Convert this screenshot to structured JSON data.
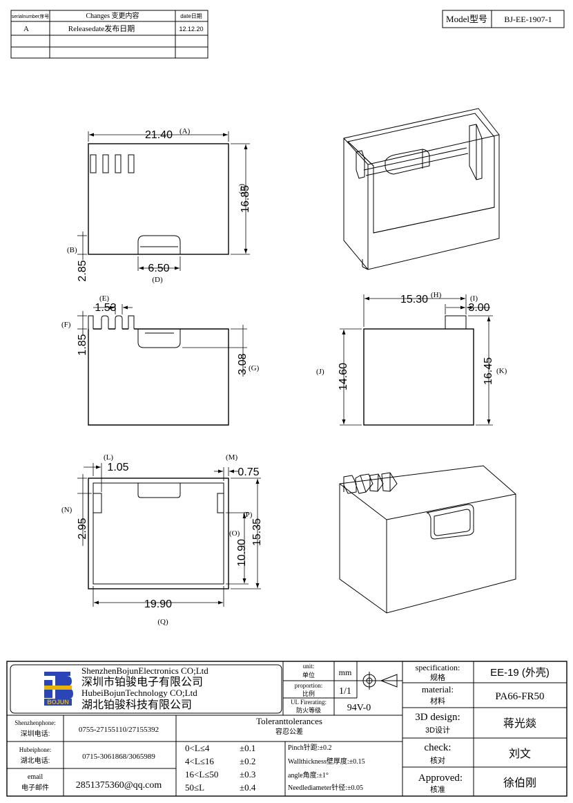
{
  "revision_table": {
    "headers": [
      "serialnumber序号",
      "Changes 变更内容",
      "date日期"
    ],
    "rows": [
      [
        "A",
        "Releasedate发布日期",
        "12.12.20"
      ],
      [
        "",
        "",
        ""
      ],
      [
        "",
        "",
        ""
      ]
    ]
  },
  "model": {
    "label": "Model型号",
    "value": "BJ-EE-1907-1"
  },
  "dimensions": {
    "a": {
      "value": "21.40",
      "tag": "(A)"
    },
    "b": {
      "value": "2.85",
      "tag": "(B)"
    },
    "c": {
      "value": "16.85",
      "tag": "(C)"
    },
    "d": {
      "value": "6.50",
      "tag": "(D)"
    },
    "e": {
      "value": "1.53",
      "tag": "(E)"
    },
    "f": {
      "value": "1.85",
      "tag": "(F)"
    },
    "g": {
      "value": "3.08",
      "tag": "(G)"
    },
    "h": {
      "value": "15.30",
      "tag": "(H)"
    },
    "i": {
      "value": "3.00",
      "tag": "(I)"
    },
    "j": {
      "value": "14.60",
      "tag": "(J)"
    },
    "k": {
      "value": "16.45",
      "tag": "(K)"
    },
    "l": {
      "value": "1.05",
      "tag": "(L)"
    },
    "m": {
      "value": "0.75",
      "tag": "(M)"
    },
    "n": {
      "value": "2.95",
      "tag": "(N)"
    },
    "o": {
      "value": "10.90",
      "tag": "(O)"
    },
    "p": {
      "value": "15.35",
      "tag": "(P)"
    },
    "q": {
      "value": "19.90",
      "tag": "(Q)"
    }
  },
  "title_block": {
    "company_en_1": "ShenzhenBojunElectronics CO;Ltd",
    "company_cn_1": "深圳市铂骏电子有限公司",
    "company_en_2": "HubeiBojunTechnology CO;Ltd",
    "company_cn_2": "湖北铂骏科技有限公司",
    "logo_text": "BOJUN",
    "unit_label_en": "unit:",
    "unit_label_cn": "单位",
    "unit_value": "mm",
    "proportion_label_en": "proportion:",
    "proportion_label_cn": "比例",
    "proportion_value": "1/1",
    "ul_label_en": "UL Firerating:",
    "ul_label_cn": "防火等级",
    "ul_value": "94V-0",
    "shenzhen_phone_label_en": "Shenzhenphone:",
    "shenzhen_phone_label_cn": "深圳电话:",
    "shenzhen_phone": "0755-27155110/27155392",
    "hubei_phone_label_en": "Hubeiphone:",
    "hubei_phone_label_cn": "湖北电话:",
    "hubei_phone": "0715-3061868/3065989",
    "email_label_en": "email",
    "email_label_cn": "电子邮件",
    "email": "2851375360@qq.com",
    "tolerance_title_en": "Toleranttolerances",
    "tolerance_title_cn": "容忍公差",
    "tolerances": [
      {
        "range": "0<L≤4",
        "tol": "±0.1"
      },
      {
        "range": "4<L≤16",
        "tol": "±0.2"
      },
      {
        "range": "16<L≤50",
        "tol": "±0.3"
      },
      {
        "range": "50≤L",
        "tol": "±0.4"
      }
    ],
    "notes": [
      "Pinch针距:±0.2",
      "Wallthickness壁厚度:±0.15",
      "angle角度:±1°",
      "Needlediameter针径:±0.05"
    ],
    "spec_label_en": "specification:",
    "spec_label_cn": "规格",
    "spec_value": "EE-19 (外壳)",
    "material_label_en": "material:",
    "material_label_cn": "材料",
    "material_value": "PA66-FR50",
    "design_label_en": "3D design:",
    "design_label_cn": "3D设计",
    "design_value": "蒋光燚",
    "check_label_en": "check:",
    "check_label_cn": "核对",
    "check_value": "刘文",
    "approved_label_en": "Approved:",
    "approved_label_cn": "核准",
    "approved_value": "徐伯刚"
  },
  "colors": {
    "logo_blue": "#2a45b8",
    "logo_yellow": "#e8b400",
    "line": "#000000"
  }
}
